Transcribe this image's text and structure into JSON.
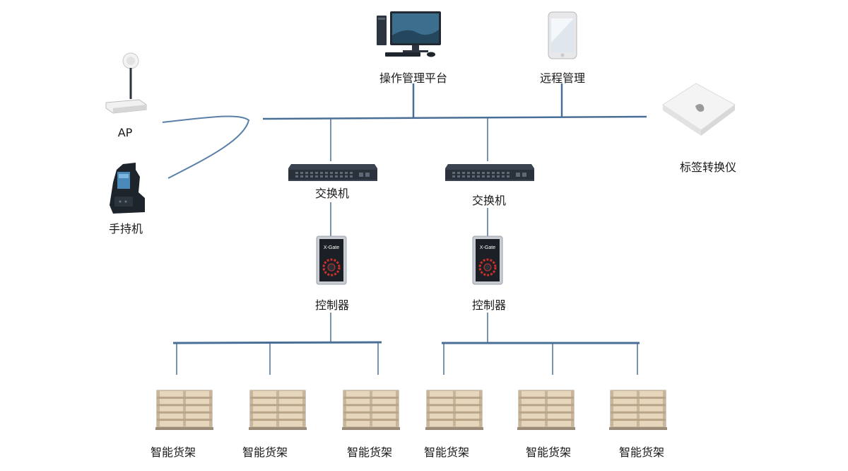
{
  "labels": {
    "platform": "操作管理平台",
    "remote": "远程管理",
    "ap": "AP",
    "handheld": "手持机",
    "tag_converter": "标签转换仪",
    "switch_left": "交换机",
    "switch_right": "交换机",
    "controller_left": "控制器",
    "controller_right": "控制器",
    "shelf_1": "智能货架",
    "shelf_2": "智能货架",
    "shelf_3": "智能货架",
    "shelf_4": "智能货架",
    "shelf_5": "智能货架",
    "shelf_6": "智能货架"
  },
  "controller_screen_text": "X-Gate",
  "colors": {
    "bus_line": "#4a6f96",
    "wireless_line": "#5a7fa8",
    "device_dark": "#2c3440",
    "switch_body": "#3b4350",
    "controller_red": "#d0302a",
    "shelf_wood": "#d8c3a0"
  }
}
